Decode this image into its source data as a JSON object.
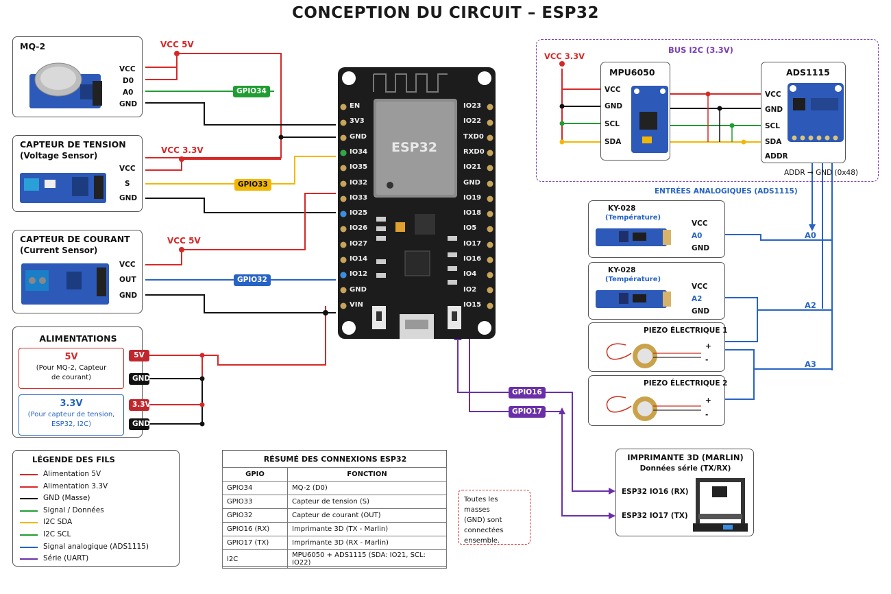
{
  "title": "CONCEPTION DU CIRCUIT – ESP32",
  "colors": {
    "power5v": "#d62828",
    "power33": "#d62828",
    "gnd": "#111111",
    "signal": "#1f9d32",
    "sda": "#f2b705",
    "scl": "#1f9d32",
    "analog": "#2763c4",
    "uart": "#6a2fa8",
    "i2c_border": "#7b3fb5"
  },
  "modules": {
    "mq2": {
      "title": "MQ-2",
      "pins": [
        "VCC",
        "D0",
        "A0",
        "GND"
      ],
      "vcc_label": "VCC 5V",
      "gpio_tag": "GPIO34"
    },
    "tension": {
      "title": "CAPTEUR DE TENSION",
      "subtitle": "(Voltage Sensor)",
      "pins": [
        "VCC",
        "S",
        "GND"
      ],
      "vcc_label": "VCC 3.3V",
      "gpio_tag": "GPIO33"
    },
    "courant": {
      "title": "CAPTEUR DE COURANT",
      "subtitle": "(Current Sensor)",
      "pins": [
        "VCC",
        "OUT",
        "GND"
      ],
      "vcc_label": "VCC 5V",
      "gpio_tag": "GPIO32"
    }
  },
  "esp32": {
    "chip": "ESP32",
    "left_pins": [
      "EN",
      "3V3",
      "GND",
      "IO34",
      "IO35",
      "IO32",
      "IO33",
      "IO25",
      "IO26",
      "IO27",
      "IO14",
      "IO12",
      "GND",
      "VIN"
    ],
    "right_pins": [
      "IO23",
      "IO22",
      "TXD0",
      "RXD0",
      "IO21",
      "GND",
      "IO19",
      "IO18",
      "IO5",
      "IO17",
      "IO16",
      "IO4",
      "IO2",
      "IO15"
    ]
  },
  "alimentations": {
    "title": "ALIMENTATIONS",
    "v5": {
      "value": "5V",
      "desc1": "(Pour MQ-2, Capteur",
      "desc2": "de courant)",
      "tag": "5V",
      "gnd": "GND"
    },
    "v33": {
      "value": "3.3V",
      "desc1": "(Pour capteur de tension,",
      "desc2": "ESP32, I2C)",
      "tag": "3.3V",
      "gnd": "GND"
    }
  },
  "i2c": {
    "bus_label": "BUS I2C (3.3V)",
    "vcc_label": "VCC 3.3V",
    "mpu": {
      "title": "MPU6050",
      "pins": [
        "VCC",
        "GND",
        "SCL",
        "SDA"
      ]
    },
    "ads": {
      "title": "ADS1115",
      "pins": [
        "VCC",
        "GND",
        "SCL",
        "SDA",
        "ADDR"
      ],
      "addr_note": "ADDR → GND (0x48)"
    }
  },
  "analog": {
    "header": "ENTRÉES ANALOGIQUES (ADS1115)",
    "ky1": {
      "title": "KY-028",
      "subtitle": "(Température)",
      "pins": [
        "VCC",
        "A0",
        "GND"
      ]
    },
    "ky2": {
      "title": "KY-028",
      "subtitle": "(Température)",
      "pins": [
        "VCC",
        "A2",
        "GND"
      ]
    },
    "piezo1": {
      "title": "PIEZO ÉLECTRIQUE 1",
      "plus": "+",
      "minus": "-"
    },
    "piezo2": {
      "title": "PIEZO ÉLECTRIQUE 2",
      "plus": "+",
      "minus": "-"
    },
    "channels": [
      "A0",
      "A2",
      "A3"
    ]
  },
  "uart": {
    "tag16": "GPIO16",
    "tag17": "GPIO17"
  },
  "printer": {
    "title": "IMPRIMANTE 3D (MARLIN)",
    "subtitle": "Données série (TX/RX)",
    "rx": "ESP32 IO16 (RX)",
    "tx": "ESP32 IO17 (TX)"
  },
  "legend": {
    "title": "LÉGENDE DES FILS",
    "items": [
      {
        "label": "Alimentation 5V",
        "color": "#d62828"
      },
      {
        "label": "Alimentation 3.3V",
        "color": "#d62828"
      },
      {
        "label": "GND (Masse)",
        "color": "#111111"
      },
      {
        "label": "Signal / Données",
        "color": "#1f9d32"
      },
      {
        "label": "I2C SDA",
        "color": "#f2b705"
      },
      {
        "label": "I2C SCL",
        "color": "#1f9d32"
      },
      {
        "label": "Signal analogique (ADS1115)",
        "color": "#2763c4"
      },
      {
        "label": "Série (UART)",
        "color": "#6a2fa8"
      }
    ]
  },
  "summary": {
    "title": "RÉSUMÉ DES CONNEXIONS ESP32",
    "headers": [
      "GPIO",
      "FONCTION"
    ],
    "rows": [
      [
        "GPIO34",
        "MQ-2 (D0)"
      ],
      [
        "GPIO33",
        "Capteur de tension (S)"
      ],
      [
        "GPIO32",
        "Capteur de courant (OUT)"
      ],
      [
        "GPIO16 (RX)",
        "Imprimante 3D (TX - Marlin)"
      ],
      [
        "GPIO17 (TX)",
        "Imprimante 3D (RX - Marlin)"
      ],
      [
        "I2C",
        "MPU6050 + ADS1115 (SDA: IO21, SCL: IO22)"
      ]
    ]
  },
  "note": {
    "l1": "Toutes les masses",
    "l2": "(GND) sont",
    "l3": "connectées",
    "l4": "ensemble."
  }
}
